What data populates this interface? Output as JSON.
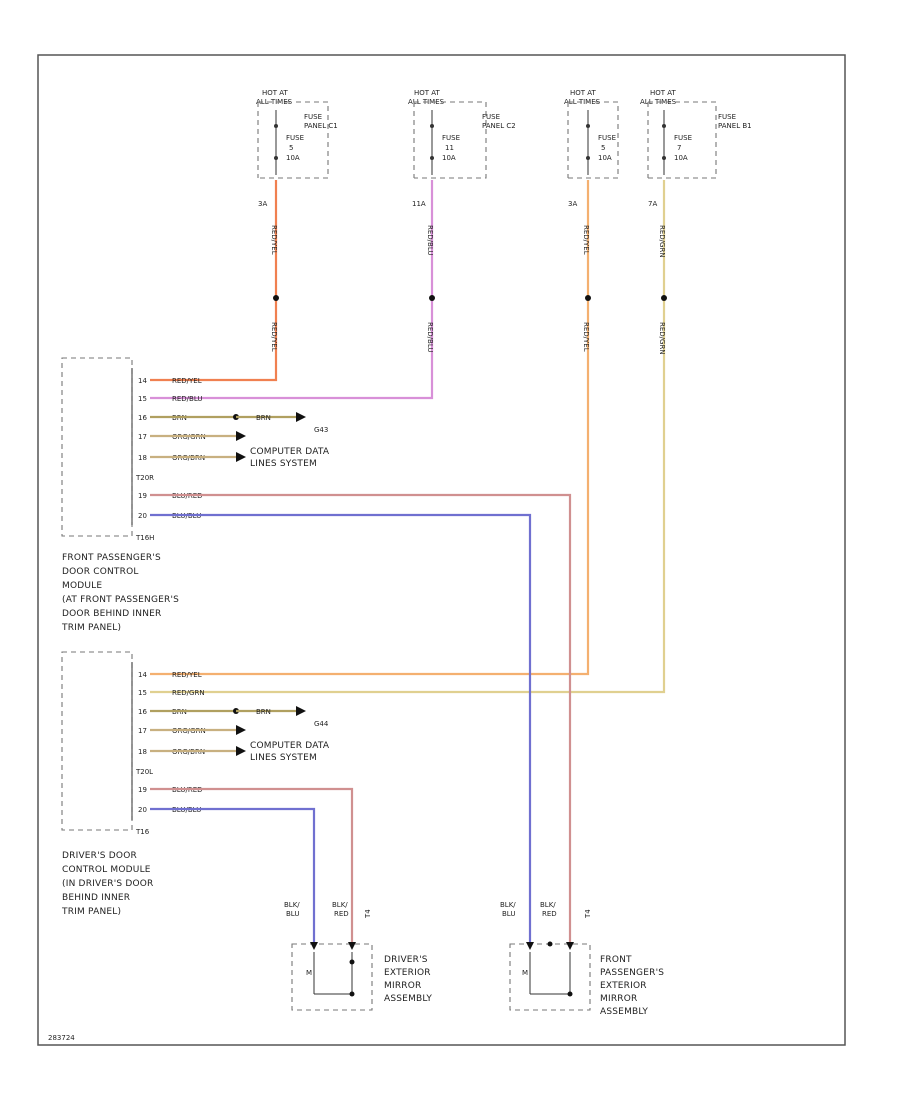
{
  "colors": {
    "red_yel": "#f08050",
    "red_blu": "#d890d8",
    "red_grn": "#e0d090",
    "red_yel_lower": "#f4a070",
    "brn": "#b0a060",
    "org_grn": "#c8b080",
    "blu_red": "#d09090",
    "blu_red_2": "#a0a0e0",
    "blu_left": "#7070d0",
    "border": "#555555"
  },
  "fuses": [
    {
      "hot": "HOT AT",
      "hot2": "ALL TIMES",
      "name": "FUSE",
      "num": "5",
      "amp": "10A",
      "panel": "FUSE",
      "panel2": "PANEL C1",
      "pin": "3A"
    },
    {
      "hot": "HOT AT",
      "hot2": "ALL TIMES",
      "name": "FUSE",
      "num": "11",
      "amp": "10A",
      "panel": "FUSE",
      "panel2": "PANEL C2",
      "pin": "11A"
    },
    {
      "hot": "HOT AT",
      "hot2": "ALL TIMES",
      "name": "FUSE",
      "num": "5",
      "amp": "10A",
      "panel": "",
      "panel2": "",
      "pin": "3A"
    },
    {
      "hot": "HOT AT",
      "hot2": "ALL TIMES",
      "name": "FUSE",
      "num": "7",
      "amp": "10A",
      "panel": "FUSE",
      "panel2": "PANEL B1",
      "pin": "7A"
    }
  ],
  "wire_vertical_labels": [
    "RED/YEL",
    "RED/BLU",
    "RED/YEL",
    "RED/GRN"
  ],
  "module_front": {
    "connectors": [
      "T20R",
      "T16H"
    ],
    "pins": [
      "14",
      "15",
      "16",
      "17",
      "18",
      "19",
      "20"
    ],
    "wires": [
      "RED/YEL",
      "RED/BLU",
      "BRN",
      "ORG/GRN",
      "ORG/BRN",
      "BLU/RED",
      "BLU/BLU"
    ],
    "ground_wire": "BRN",
    "ground": "G43",
    "system": "COMPUTER DATA",
    "system2": "LINES SYSTEM",
    "desc": [
      "FRONT PASSENGER'S",
      "DOOR CONTROL",
      "MODULE",
      "(AT FRONT PASSENGER'S",
      "DOOR BEHIND INNER",
      "TRIM PANEL)"
    ]
  },
  "module_driver": {
    "connectors": [
      "T20L",
      "T16"
    ],
    "pins": [
      "14",
      "15",
      "16",
      "17",
      "18",
      "19",
      "20"
    ],
    "wires": [
      "RED/YEL",
      "RED/GRN",
      "BRN",
      "ORG/GRN",
      "ORG/BRN",
      "BLU/RED",
      "BLU/BLU"
    ],
    "ground_wire": "BRN",
    "ground": "G44",
    "system": "COMPUTER DATA",
    "system2": "LINES SYSTEM",
    "desc": [
      "DRIVER'S DOOR",
      "CONTROL MODULE",
      "(IN DRIVER'S DOOR",
      "BEHIND INNER",
      "TRIM PANEL)"
    ]
  },
  "mirrors": [
    {
      "wire_a": "BLK/",
      "wire_a2": "BLU",
      "wire_b": "BLK/",
      "wire_b2": "RED",
      "conn": "T4",
      "desc": [
        "DRIVER'S",
        "EXTERIOR",
        "MIRROR",
        "ASSEMBLY"
      ]
    },
    {
      "wire_a": "BLK/",
      "wire_a2": "BLU",
      "wire_b": "BLK/",
      "wire_b2": "RED",
      "conn": "T4",
      "desc": [
        "FRONT",
        "PASSENGER'S",
        "EXTERIOR",
        "MIRROR",
        "ASSEMBLY"
      ]
    }
  ],
  "footer_code": "283724"
}
